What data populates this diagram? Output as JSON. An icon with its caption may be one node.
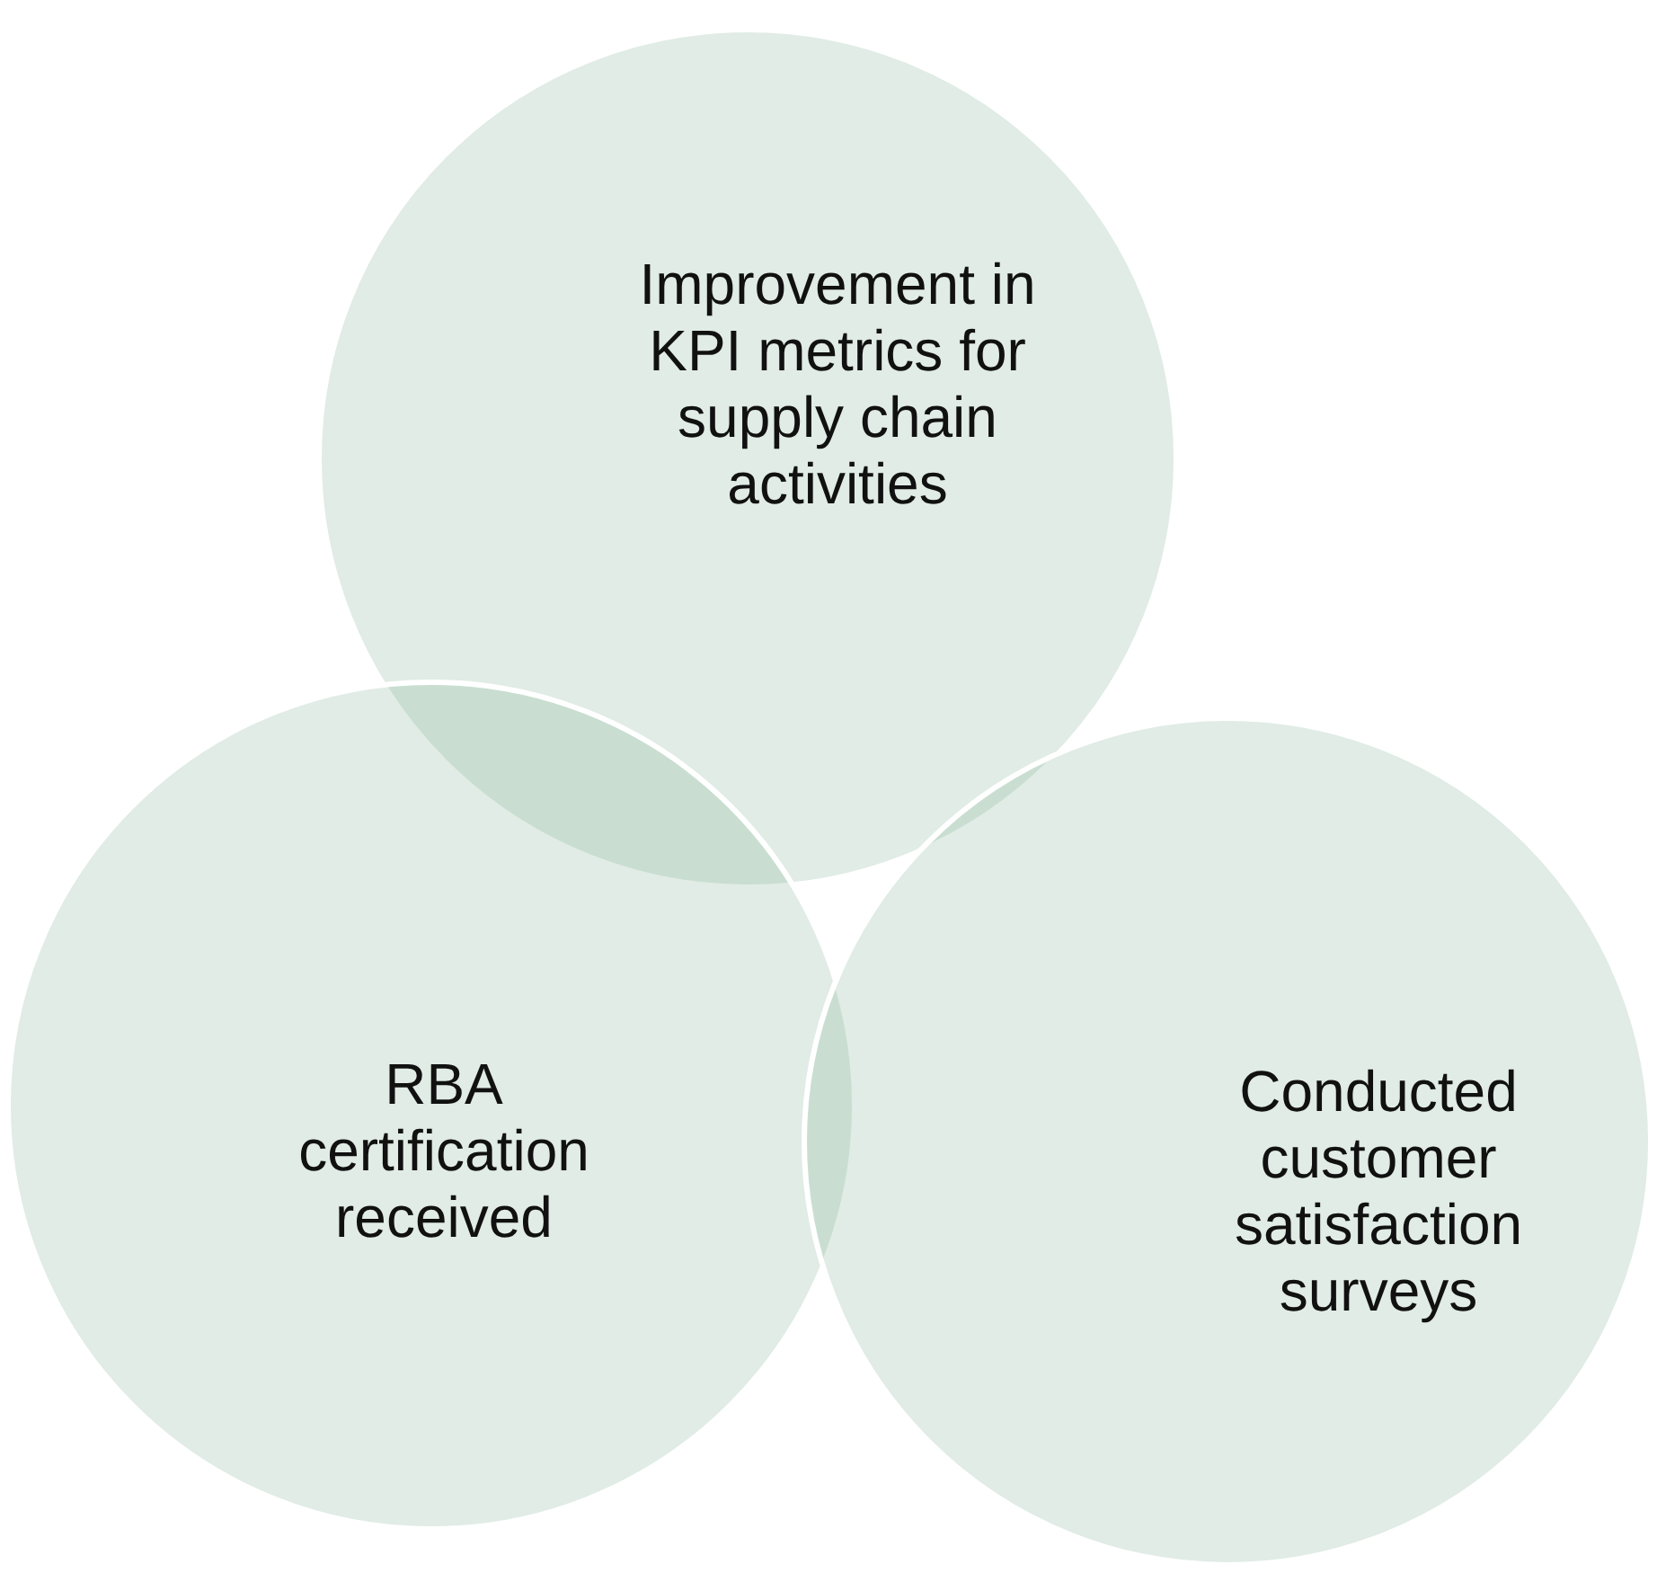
{
  "diagram": {
    "nodes": [
      {
        "text": [
          "Improvement in KPI metrics for supply chain activities"
        ]
      },
      {
        "text": [
          "RBA certification received"
        ]
      },
      {
        "text": [
          "Conducted customer satisfaction surveys"
        ]
      }
    ]
  }
}
